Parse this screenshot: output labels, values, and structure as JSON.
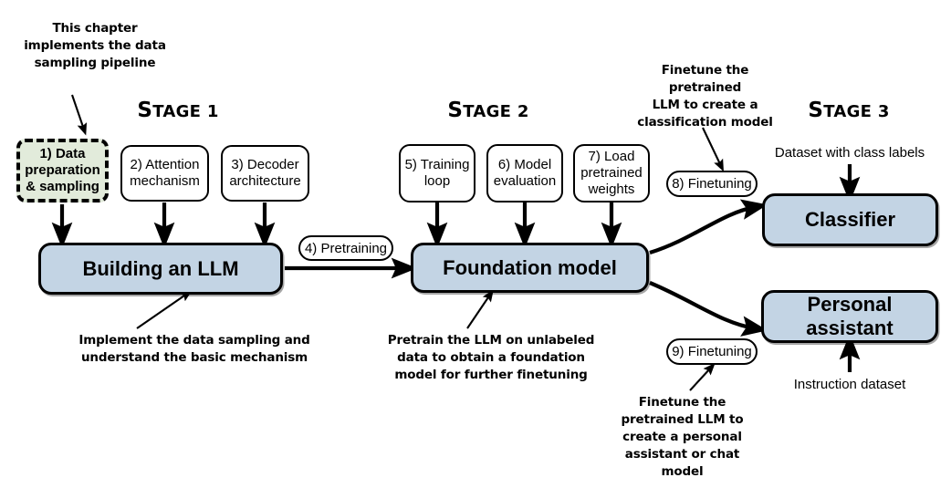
{
  "figure": {
    "title": "LLM development stages overview",
    "colors": {
      "highlight_fill": "#e2ebdb",
      "model_fill": "#c3d4e4",
      "stroke": "#000000",
      "background": "#ffffff"
    }
  },
  "stages": [
    {
      "id": "stage-1",
      "prefix": "S",
      "rest": "TAGE 1"
    },
    {
      "id": "stage-2",
      "prefix": "S",
      "rest": "TAGE 2"
    },
    {
      "id": "stage-3",
      "prefix": "S",
      "rest": "TAGE 3"
    }
  ],
  "nodes": {
    "data_preparation": "1) Data\npreparation\n& sampling",
    "attention": "2) Attention\nmechanism",
    "decoder": "3) Decoder\narchitecture",
    "training_loop": "5) Training\nloop",
    "model_evaluation": "6) Model\nevaluation",
    "load_weights": "7) Load\npretrained\nweights",
    "building_llm": "Building an LLM",
    "foundation_model": "Foundation model",
    "classifier": "Classifier",
    "personal_assistant": "Personal assistant"
  },
  "pills": {
    "pretraining": "4) Pretraining",
    "finetuning_classifier": "8) Finetuning",
    "finetuning_assistant": "9) Finetuning"
  },
  "annotations": {
    "chapter_note": "This chapter\nimplements the data\nsampling pipeline",
    "implement_note": "Implement the data sampling and\nunderstand the basic mechanism",
    "pretrain_note": "Pretrain the LLM on unlabeled\ndata to obtain a foundation\nmodel for further finetuning",
    "classification_note": "Finetune the pretrained\nLLM to create a\nclassification model",
    "assistant_note": "Finetune the\npretrained LLM to\ncreate a personal\nassistant or chat model"
  },
  "plain_labels": {
    "class_labels_dataset": "Dataset with class labels",
    "instruction_dataset": "Instruction dataset"
  }
}
